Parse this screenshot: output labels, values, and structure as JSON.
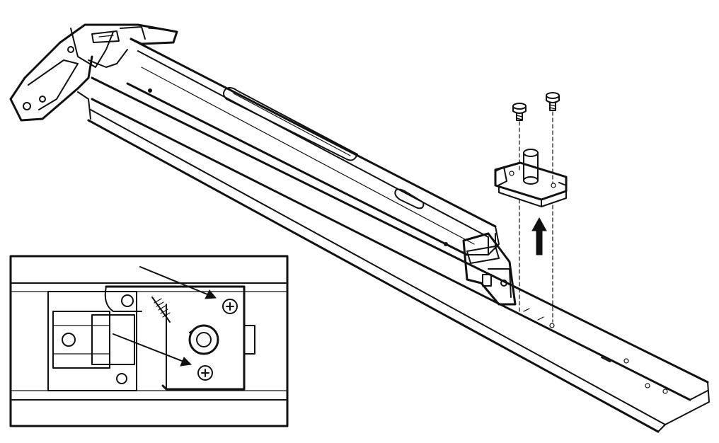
{
  "figure": {
    "kind": "line-art assembly illustration",
    "ink_color": "#111111",
    "background_color": "#ffffff",
    "parts": {
      "main_rail": "exit-device-rail",
      "end_hinge": "hinge-bracket",
      "pivot_block": "pivot-bracket",
      "screws": [
        "screw-left",
        "screw-right"
      ],
      "direction_arrow": "up-arrow",
      "inset": "detail-inset"
    }
  }
}
